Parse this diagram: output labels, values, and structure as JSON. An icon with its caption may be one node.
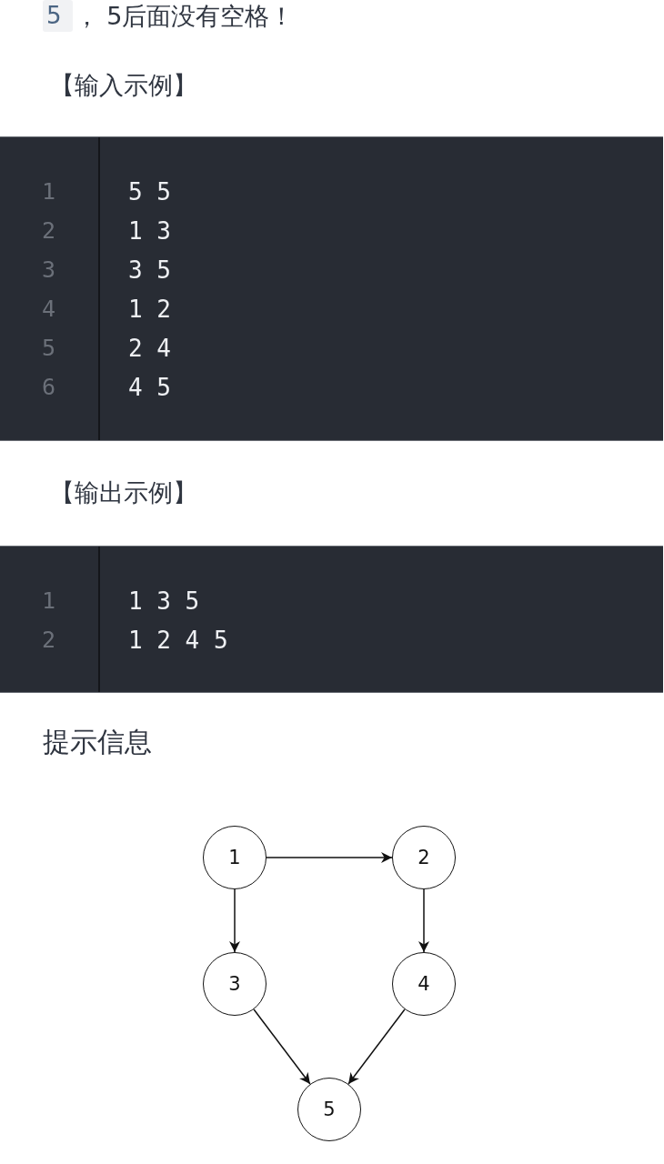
{
  "diagram": {
    "nodes": [
      {
        "text": [
          "1"
        ]
      },
      {
        "text": [
          "2"
        ]
      },
      {
        "text": [
          "3"
        ]
      },
      {
        "text": [
          "4"
        ]
      },
      {
        "text": [
          "5"
        ]
      }
    ],
    "edges": [
      {
        "from": 0,
        "to": 1,
        "arrow": "to"
      },
      {
        "from": 0,
        "to": 2,
        "arrow": "to"
      },
      {
        "from": 1,
        "to": 3,
        "arrow": "to"
      },
      {
        "from": 2,
        "to": 4,
        "arrow": "to"
      },
      {
        "from": 3,
        "to": 4,
        "arrow": "to"
      }
    ],
    "labels": [
      "5",
      "， 5后面没有空格！",
      "【输入示例】",
      "1",
      "5 5",
      "2",
      "1 3",
      "3",
      "3 5",
      "4",
      "1 2",
      "5",
      "2 4",
      "6",
      "4 5",
      "【输出示例】",
      "1",
      "1 3 5",
      "2",
      "1 2 4 5",
      "提示信息"
    ]
  }
}
